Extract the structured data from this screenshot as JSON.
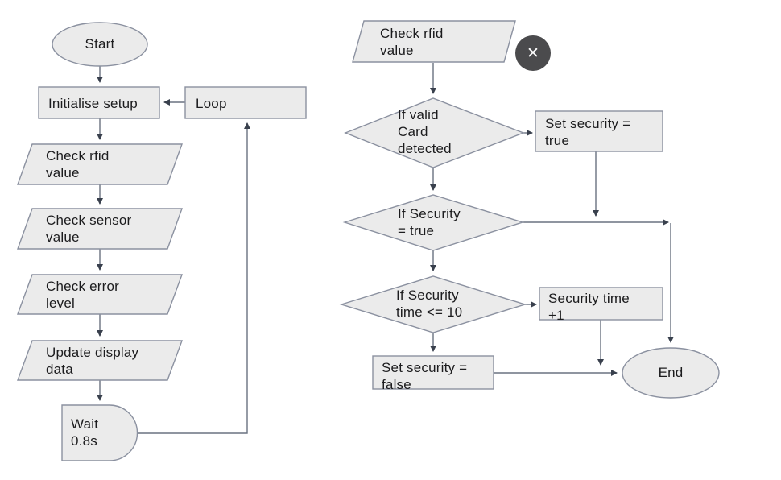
{
  "diagram": {
    "nodes": {
      "start": {
        "type": "terminator",
        "label": "Start"
      },
      "init": {
        "type": "process",
        "label": "Initialise setup"
      },
      "loop": {
        "type": "process",
        "label": "Loop"
      },
      "check_rfid": {
        "type": "input-output",
        "label": "Check rfid\nvalue"
      },
      "check_sensor": {
        "type": "input-output",
        "label": "Check sensor\nvalue"
      },
      "check_error": {
        "type": "input-output",
        "label": "Check error\nlevel"
      },
      "update_display": {
        "type": "input-output",
        "label": "Update display\ndata"
      },
      "wait": {
        "type": "delay",
        "label": "Wait\n0.8s"
      },
      "check_rfid_2": {
        "type": "input-output",
        "label": "Check rfid\nvalue"
      },
      "if_valid_card": {
        "type": "decision",
        "label": "If valid\nCard\ndetected"
      },
      "set_sec_true": {
        "type": "process",
        "label": "Set security =\ntrue"
      },
      "if_sec_true": {
        "type": "decision",
        "label": "If Security\n= true"
      },
      "if_sec_time": {
        "type": "decision",
        "label": "If Security\ntime <= 10"
      },
      "sec_time_inc": {
        "type": "process",
        "label": "Security time\n+1"
      },
      "set_sec_false": {
        "type": "process",
        "label": "Set security =\nfalse"
      },
      "end": {
        "type": "terminator",
        "label": "End"
      }
    },
    "edges": [
      "start -> init",
      "loop -> init",
      "init -> check_rfid",
      "check_rfid -> check_sensor",
      "check_sensor -> check_error",
      "check_error -> update_display",
      "update_display -> wait",
      "wait -> loop",
      "check_rfid_2 -> if_valid_card",
      "if_valid_card -> set_sec_true",
      "if_valid_card -> if_sec_true",
      "set_sec_true -> if_sec_true_outlet",
      "if_sec_true -> end",
      "if_sec_true -> if_sec_time",
      "if_sec_time -> sec_time_inc",
      "if_sec_time -> set_sec_false",
      "sec_time_inc -> end_inlet",
      "set_sec_false -> end"
    ]
  },
  "overlay": {
    "close_glyph": "✕"
  },
  "colors": {
    "shape_fill": "#ebebeb",
    "shape_stroke": "#8b91a0",
    "line": "#6a7280",
    "arrow": "#39404d",
    "text": "#1c1c1e",
    "close_bg": "#4b4b4d",
    "close_fg": "#ffffff",
    "canvas": "#ffffff"
  }
}
